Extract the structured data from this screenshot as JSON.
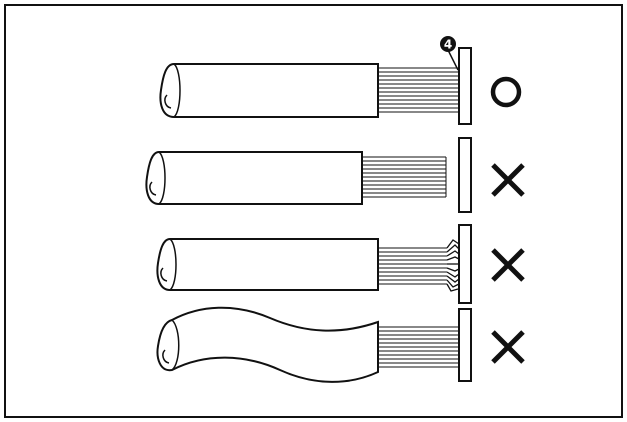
{
  "callout": {
    "number": "4"
  },
  "rows": [
    {
      "condition": "correct",
      "mark": "circle"
    },
    {
      "condition": "wire-not-inserted",
      "mark": "cross"
    },
    {
      "condition": "wire-bent",
      "mark": "cross"
    },
    {
      "condition": "cable-twisted",
      "mark": "cross"
    }
  ],
  "colors": {
    "line": "#111111",
    "background": "#ffffff"
  }
}
